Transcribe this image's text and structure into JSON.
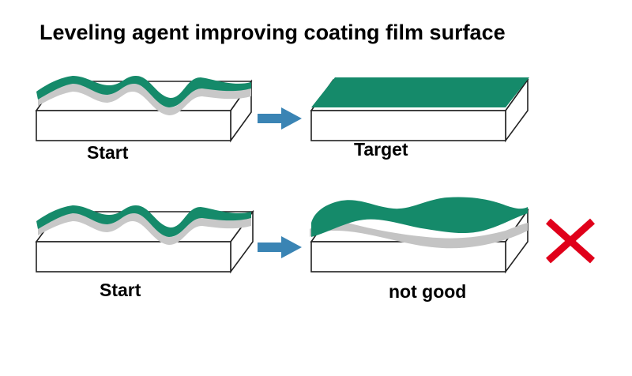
{
  "title": "Leveling agent improving coating film surface",
  "labels": {
    "top_left": "Start",
    "top_right": "Target",
    "bottom_left": "Start",
    "bottom_right": "not good"
  },
  "icons": {
    "arrow": "right-arrow-icon",
    "reject": "red-x-icon"
  },
  "colors": {
    "coating": "#158a6a",
    "arrow": "#3a84b4",
    "reject": "#e0001a",
    "substrate_outline": "#222222",
    "shadow": "#bdbdbd"
  }
}
